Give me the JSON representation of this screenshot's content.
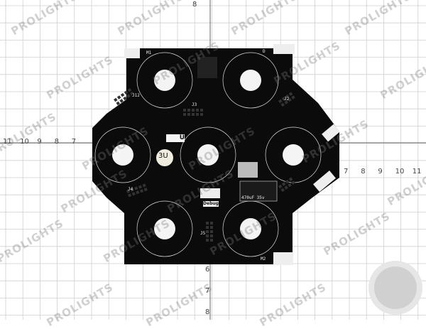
{
  "axis_labels": {
    "left": [
      "11",
      "10",
      "9",
      "8",
      "7"
    ],
    "right": [
      "7",
      "8",
      "9",
      "10",
      "11"
    ],
    "top": [
      "8"
    ],
    "bottom": [
      "6",
      "7",
      "8"
    ]
  },
  "watermark": "PROLIGHTS",
  "board": {
    "labels": {
      "m1": "M1",
      "d": "D",
      "m2": "M2",
      "j12": "J12",
      "j3": "J3",
      "j4": "J4",
      "j5": "J5",
      "j2": "J2",
      "u": "U",
      "chip": "3U",
      "debug": "Debug",
      "cap": "470uF 35v"
    },
    "color": "#0b0b0b"
  }
}
